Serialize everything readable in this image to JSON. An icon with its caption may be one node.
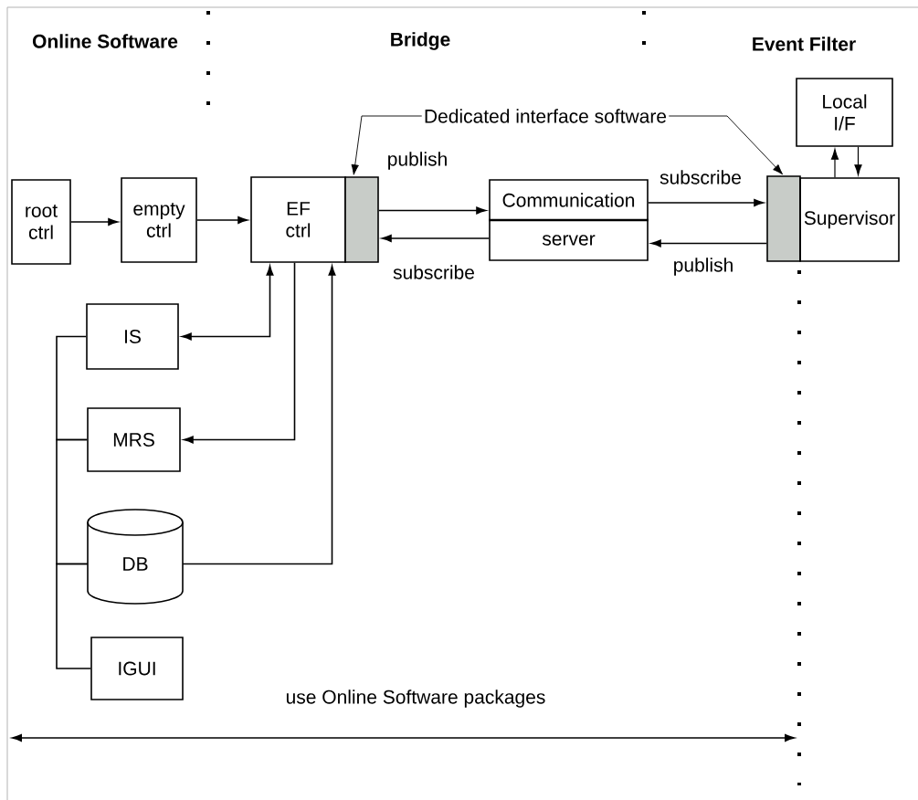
{
  "diagram": {
    "nodes": [
      {
        "text": [
          "root ctrl"
        ]
      },
      {
        "text": [
          "empty ctrl"
        ]
      },
      {
        "text": [
          "EF ctrl"
        ]
      },
      {
        "text": [],
        "shape": "box"
      },
      {
        "text": [
          "Dedicated interface software"
        ]
      },
      {
        "text": [
          "Communication",
          "server"
        ]
      },
      {
        "text": [],
        "shape": "box"
      },
      {
        "text": [
          "Supervisor"
        ]
      },
      {
        "text": [
          "Local I/F"
        ]
      },
      {
        "text": [
          "IS"
        ]
      },
      {
        "text": [
          "MRS"
        ]
      },
      {
        "text": [
          "DB"
        ]
      },
      {
        "text": [
          "IGUI"
        ]
      }
    ],
    "edges": [
      {
        "from": 0,
        "to": 1,
        "arrow": "to"
      },
      {
        "from": 1,
        "to": 2,
        "arrow": "to"
      },
      {
        "from": 3,
        "to": 5,
        "arrow": "to",
        "label": "publish"
      },
      {
        "from": 5,
        "to": 3,
        "arrow": "to",
        "label": "subscribe"
      },
      {
        "from": 5,
        "to": 6,
        "arrow": "to",
        "label": "subscribe"
      },
      {
        "from": 6,
        "to": 5,
        "arrow": "to",
        "label": "publish"
      },
      {
        "from": 7,
        "to": 8,
        "arrow": "to"
      },
      {
        "from": 8,
        "to": 7,
        "arrow": "to"
      },
      {
        "from": 4,
        "to": 3,
        "arrow": "to"
      },
      {
        "from": 4,
        "to": 6,
        "arrow": "to"
      },
      {
        "from": 2,
        "to": 9,
        "arrow": "both"
      },
      {
        "from": 2,
        "to": 10,
        "arrow": "to"
      },
      {
        "from": 11,
        "to": 2,
        "arrow": "to"
      },
      {
        "from": 9,
        "to": 10,
        "arrow": "none"
      },
      {
        "from": 10,
        "to": 11,
        "arrow": "none"
      },
      {
        "from": 11,
        "to": 12,
        "arrow": "none"
      }
    ],
    "labels": [
      "Online Software",
      "Bridge",
      "Event Filter",
      "use Online Software packages"
    ]
  }
}
